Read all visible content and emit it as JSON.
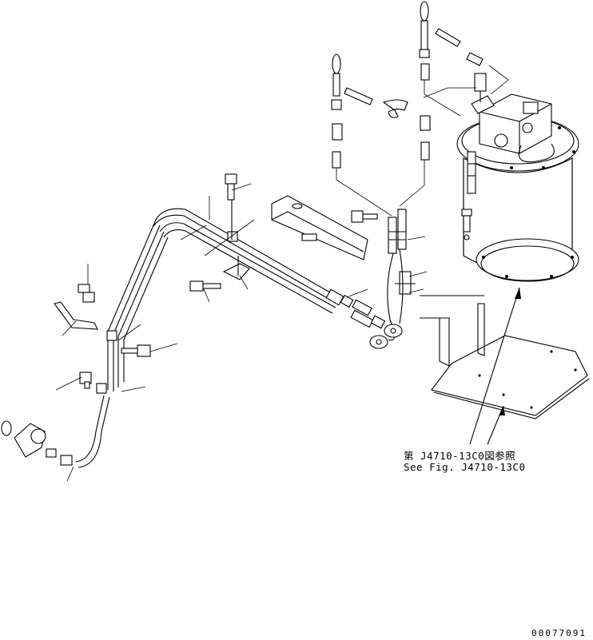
{
  "reference": {
    "jp": "第 J4710-13C0図参照",
    "en": "See Fig. J4710-13C0"
  },
  "drawing_number": "00077091"
}
